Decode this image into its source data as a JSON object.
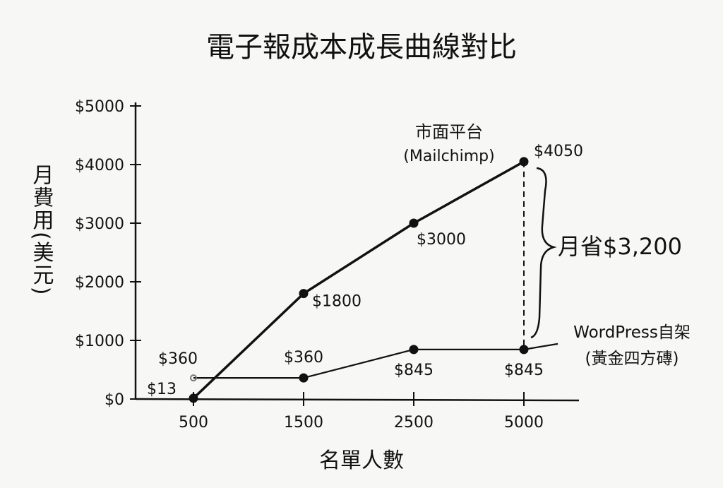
{
  "chart_data": {
    "type": "line",
    "title": "電子報成本成長曲線對比",
    "xlabel": "名單人數",
    "ylabel": "月費用(美元)",
    "categories": [
      "500",
      "1500",
      "2500",
      "5000"
    ],
    "yticks": [
      "$0",
      "$1000",
      "$2000",
      "$3000",
      "$4000",
      "$5000"
    ],
    "ylim": [
      0,
      5000
    ],
    "grid": false,
    "series": [
      {
        "name": "市面平台",
        "name_sub": "(Mailchimp)",
        "values": [
          13,
          1800,
          3000,
          4050
        ],
        "labels": [
          "$13",
          "$1800",
          "$3000",
          "$4050"
        ]
      },
      {
        "name": "WordPress自架",
        "name_sub": "(黃金四方磚)",
        "values": [
          360,
          360,
          845,
          845
        ],
        "labels": [
          "$360",
          "$360",
          "$845",
          "$845"
        ]
      }
    ],
    "annotation": {
      "text": "月省$3,200",
      "category": "5000",
      "from": 4050,
      "to": 845
    }
  },
  "colors": {
    "ink": "#111111",
    "background": "#f7f7f5",
    "faded_point": "#777777"
  }
}
